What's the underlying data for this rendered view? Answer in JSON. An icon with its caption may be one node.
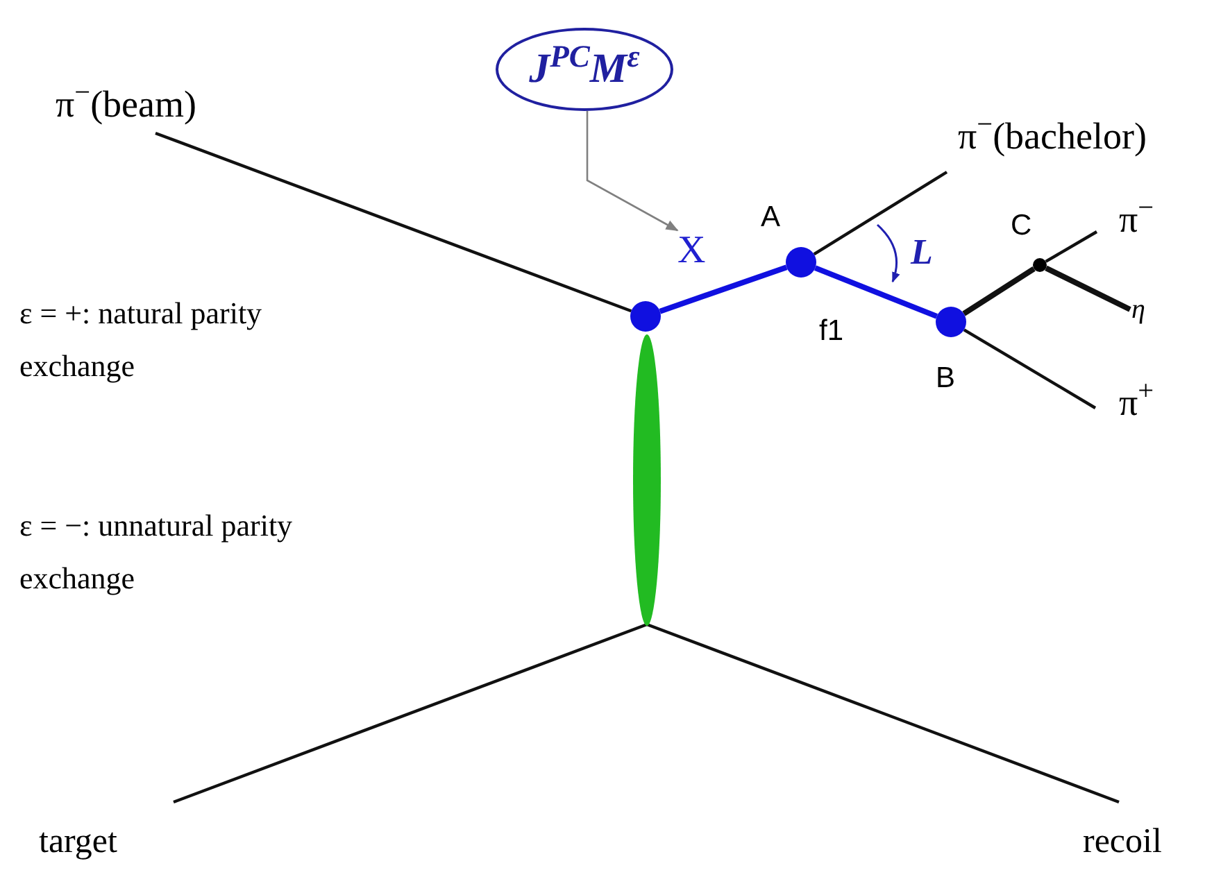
{
  "diagram": {
    "nodes": [
      {
        "text": [
          "π$^{−}$(beam)"
        ]
      },
      {
        "text": [
          "J$^{PC}$M$^{ε}$"
        ]
      },
      {
        "text": [
          "X"
        ]
      },
      {
        "text": [],
        "shape": "circle"
      },
      {
        "text": [],
        "shape": "circle",
        "beside": [
          "A"
        ]
      },
      {
        "text": [
          "π$^{−}$(bachelor)"
        ]
      },
      {
        "text": [],
        "shape": "circle",
        "beside": [
          "B"
        ]
      },
      {
        "text": [],
        "shape": "circle",
        "beside": [
          "C"
        ]
      },
      {
        "text": [
          "π$^{−}$"
        ]
      },
      {
        "text": [
          "η"
        ]
      },
      {
        "text": [
          "π$^{+}$"
        ]
      },
      {
        "text": [],
        "shape": "ellipse"
      },
      {
        "text": [
          "target"
        ]
      },
      {
        "text": [
          "recoil"
        ]
      }
    ],
    "edges": [
      {
        "from": 0,
        "to": 3,
        "arrow": "none"
      },
      {
        "from": 1,
        "to": 2,
        "arrow": "to",
        "color": "#808080"
      },
      {
        "from": 3,
        "to": 4,
        "arrow": "none",
        "style": "thick",
        "color": "#1010e0"
      },
      {
        "from": 4,
        "to": 5,
        "arrow": "none"
      },
      {
        "from": 4,
        "to": 6,
        "arrow": "none",
        "style": "thick",
        "color": "#1010e0",
        "label": "f1"
      },
      {
        "from": 6,
        "to": 7,
        "arrow": "none",
        "style": "thick"
      },
      {
        "from": 7,
        "to": 8,
        "arrow": "none"
      },
      {
        "from": 7,
        "to": 9,
        "arrow": "none",
        "style": "thick"
      },
      {
        "from": 6,
        "to": 10,
        "arrow": "none"
      },
      {
        "from": 11,
        "to": 12,
        "arrow": "none"
      },
      {
        "from": 11,
        "to": 13,
        "arrow": "none"
      }
    ],
    "labels": [
      "ε = +: natural parity exchange",
      "ε = −: unnatural parity exchange",
      "L"
    ]
  }
}
